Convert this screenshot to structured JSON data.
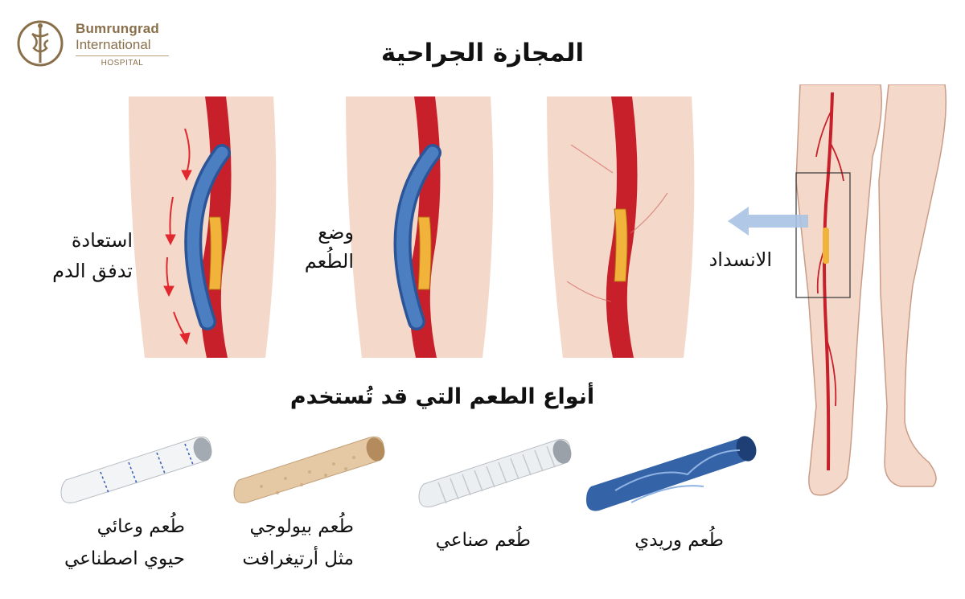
{
  "logo": {
    "name": "Bumrungrad",
    "sub": "International",
    "hospital": "HOSPITAL"
  },
  "title": "المجازة الجراحية",
  "steps": {
    "blockage": "الانسداد",
    "graft_place_1": "وضع",
    "graft_place_2": "الطُعم",
    "restore_1": "استعادة",
    "restore_2": "تدفق الدم"
  },
  "graft_types_title": "أنواع الطعم التي قد تُستخدم",
  "graft_types": {
    "vein": "طُعم وريدي",
    "synthetic": "طُعم صناعي",
    "bio_1": "طُعم بيولوجي",
    "bio_2": "مثل أرتيغرافت",
    "biosynth_1": "طُعم وعائي",
    "biosynth_2": "حيوي اصطناعي"
  },
  "colors": {
    "artery": "#c8202a",
    "graft_blue": "#3f6fb4",
    "plaque": "#f2b33a",
    "skin": "#f4d9cb",
    "arrow_red": "#e0282e",
    "logo_brown": "#8a6f4b"
  }
}
